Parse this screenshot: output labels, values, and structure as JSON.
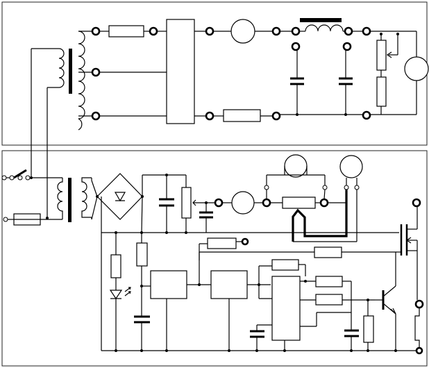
{
  "figure": {
    "type": "circuit-schematic",
    "panels": [
      "upper",
      "lower"
    ],
    "labels": []
  }
}
